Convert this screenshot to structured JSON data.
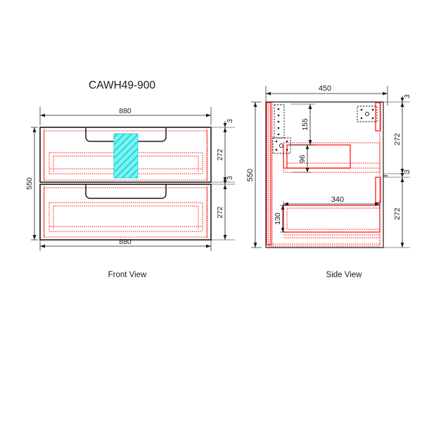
{
  "drawing": {
    "title": "CAWH49-900",
    "units": "mm",
    "line_colors": {
      "outline": "#1a1a1a",
      "hidden_detail": "#ff1a1a",
      "hatch_fill": "#2ee6e6",
      "dimension": "#1a1a1a"
    },
    "views": [
      {
        "id": "front-view",
        "label": "Front View",
        "overall_width": "880",
        "overall_height": "550",
        "top_dimension": "880",
        "bottom_dimension": "880",
        "right_dimension_stack": [
          "3",
          "272",
          "3",
          "272"
        ],
        "left_dimension": "550",
        "drawers": 2,
        "drawer_height": "272",
        "gap": "3",
        "hatched_region": "cyan-hatch-panel"
      },
      {
        "id": "side-view",
        "label": "Side View",
        "overall_depth": "450",
        "overall_height": "550",
        "top_dimension": "450",
        "left_dimension": "550",
        "right_dimension_stack": [
          "3",
          "272",
          "3",
          "272"
        ],
        "inner_dimensions": [
          {
            "name": "upper-offset",
            "value": "155"
          },
          {
            "name": "upper-drawer-height",
            "value": "96"
          },
          {
            "name": "lower-drawer-depth",
            "value": "340"
          },
          {
            "name": "lower-drawer-height",
            "value": "130"
          }
        ],
        "hardware": [
          {
            "name": "wall-bracket-left",
            "holes": 5
          },
          {
            "name": "mounting-plate-left",
            "holes": 4
          },
          {
            "name": "mounting-plate-right",
            "holes": 4
          }
        ]
      }
    ]
  }
}
